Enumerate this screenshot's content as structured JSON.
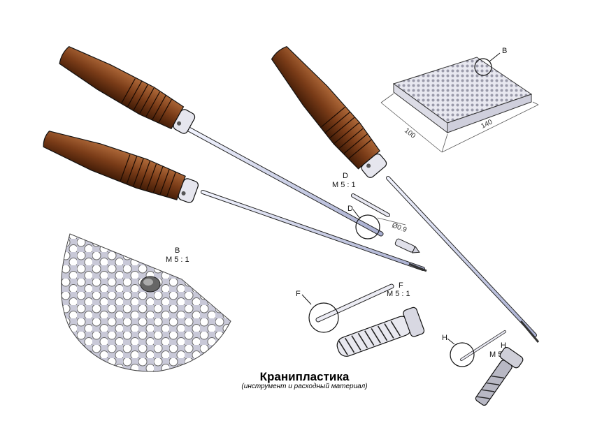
{
  "title": "Кранипластика",
  "subtitle": "(инструмент и расходный материал)",
  "labels": {
    "B_mark": "B",
    "B_detail": "B",
    "B_scale": "M 5 : 1",
    "D_mark": "D",
    "D_detail": "D",
    "D_scale": "M 5 : 1",
    "D_dim": "Ø0.9",
    "F_mark": "F",
    "F_detail": "F",
    "F_scale": "M 5 : 1",
    "H_mark": "H",
    "H_detail": "H",
    "H_scale": "M 5 : 1"
  },
  "dimensions": {
    "width": "100",
    "length": "140"
  },
  "colors": {
    "handle": "#8a4a24",
    "handle_dark": "#3a1a08",
    "shaft": "#d8dcf0",
    "mesh": "#d6d6e0",
    "outline": "#111111"
  }
}
